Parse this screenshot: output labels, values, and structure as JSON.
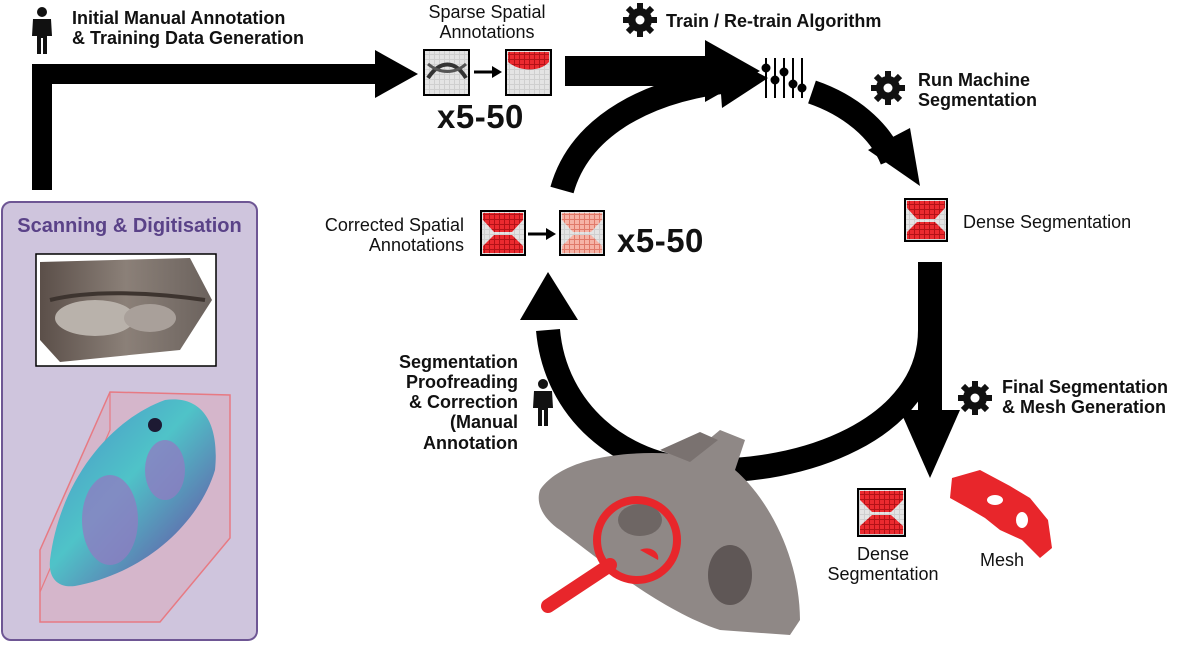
{
  "step_initial": {
    "line1": "Initial Manual Annotation",
    "line2": "& Training Data Generation"
  },
  "sparse": {
    "line1": "Sparse Spatial",
    "line2": "Annotations",
    "multiplier": "x5-50"
  },
  "train": {
    "label": "Train / Re-train Algorithm"
  },
  "run": {
    "line1": "Run Machine",
    "line2": "Segmentation"
  },
  "dense": {
    "label": "Dense Segmentation"
  },
  "corrected": {
    "line1": "Corrected Spatial",
    "line2": "Annotations",
    "multiplier": "x5-50"
  },
  "proofread": {
    "line1": "Segmentation",
    "line2": "Proofreading",
    "line3": "& Correction",
    "line4": "(Manual",
    "line5": "Annotation"
  },
  "final": {
    "line1": "Final Segmentation",
    "line2": "& Mesh Generation"
  },
  "outputs": {
    "dense_line1": "Dense",
    "dense_line2": "Segmentation",
    "mesh": "Mesh"
  },
  "panel": {
    "title": "Scanning & Digitisation"
  },
  "colors": {
    "accent_red": "#e8262b",
    "panel_bg": "#cfc5dd",
    "panel_border": "#6e5694",
    "arrow": "#000000"
  }
}
